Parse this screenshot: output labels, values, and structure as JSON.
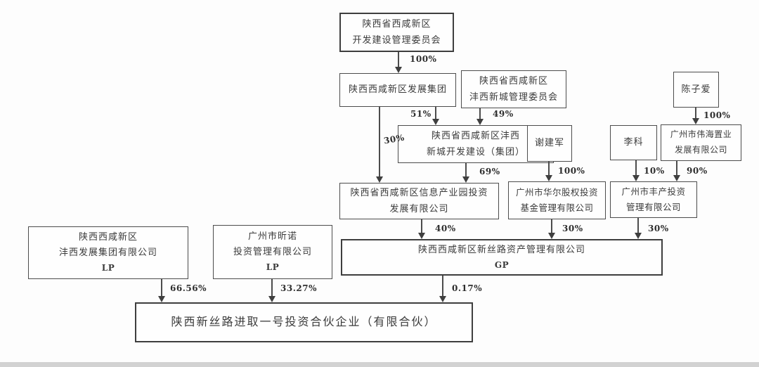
{
  "nodes": {
    "top_committee": {
      "line1": "陕西省西咸新区",
      "line2": "开发建设管理委员会"
    },
    "dev_group": {
      "line1": "陕西西咸新区发展集团"
    },
    "fengxi_committee": {
      "line1": "陕西省西咸新区",
      "line2": "沣西新城管理委员会"
    },
    "fengxi_dev": {
      "line1": "陕西省西咸新区沣西",
      "line2": "新城开发建设（集团）"
    },
    "xie_jianjun": {
      "line1": "谢建军"
    },
    "li_ke": {
      "line1": "李科"
    },
    "chen_ziai": {
      "line1": "陈子爱"
    },
    "weihai": {
      "line1": "广州市伟海置业",
      "line2": "发展有限公司"
    },
    "info_park": {
      "line1": "陕西省西咸新区信息产业园投资",
      "line2": "发展有限公司"
    },
    "huaer": {
      "line1": "广州市华尔股权投资",
      "line2": "基金管理有限公司"
    },
    "fengchan": {
      "line1": "广州市丰产投资",
      "line2": "管理有限公司"
    },
    "gp": {
      "line1": "陕西西咸新区新丝路资产管理有限公司",
      "line2": "GP"
    },
    "lp1": {
      "line1": "陕西西咸新区",
      "line2": "沣西发展集团有限公司",
      "line3": "LP"
    },
    "lp2": {
      "line1": "广州市昕诺",
      "line2": "投资管理有限公司",
      "line3": "LP"
    },
    "partnership": {
      "line1": "陕西新丝路进取一号投资合伙企业（有限合伙）"
    }
  },
  "edges": {
    "top_to_devgroup": "100%",
    "devgroup_to_infopark": "30%",
    "devgroup_to_fengxidev": "51%",
    "fengxicommittee_to_fengxidev": "49%",
    "fengxidev_to_infopark": "69%",
    "xie_to_huaer": "100%",
    "chen_to_weihai": "100%",
    "like_to_fengchan": "10%",
    "weihai_to_fengchan": "90%",
    "infopark_to_gp": "40%",
    "huaer_to_gp": "30%",
    "fengchan_to_gp": "30%",
    "lp1_to_partnership": "66.56%",
    "lp2_to_partnership": "33.27%",
    "gp_to_partnership": "0.17%"
  },
  "colors": {
    "line": "#4c4c4c",
    "text": "#3b3b3b",
    "footer_band": "#d2d2d2"
  }
}
